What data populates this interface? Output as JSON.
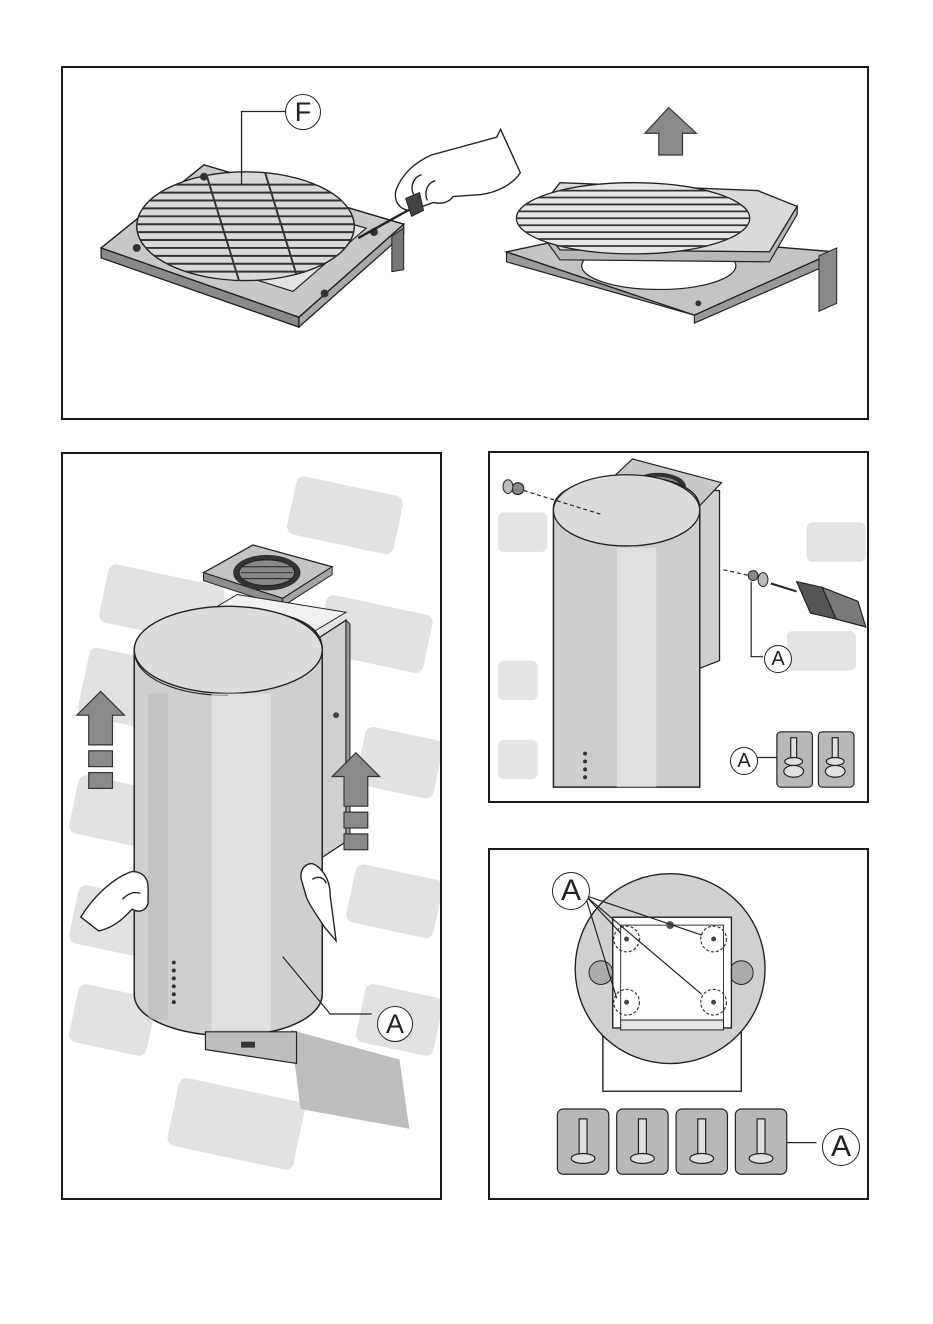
{
  "figure_top": {
    "callout_f": "F"
  },
  "figure_left": {
    "callout_a": "A"
  },
  "figure_mid_right": {
    "callout_a_line": "A",
    "callout_a_parts": "A"
  },
  "figure_bottom_right": {
    "callout_a_top": "A",
    "callout_a_parts": "A"
  },
  "colors": {
    "frame": "#1a1a1a",
    "metal_light": "#e6e6e6",
    "metal_mid": "#c4c4c4",
    "metal_dark": "#8c8c8c",
    "wall_tile": "#e2e2e2"
  },
  "icons": [
    "up-arrow-icon",
    "screw-icon",
    "screwdriver-icon",
    "hand-icon"
  ]
}
